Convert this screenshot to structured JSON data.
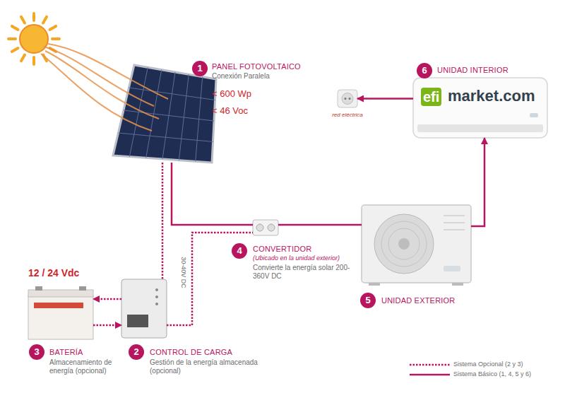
{
  "diagram": {
    "nodes": [
      {
        "text": [
          "PANEL FOTOVOLTAICO",
          "Conexión Paralela",
          "< 600 Wp",
          "< 46 Voc"
        ]
      },
      {
        "text": [
          "red eléctrica"
        ]
      },
      {
        "text": [
          "UNIDAD INTERIOR"
        ]
      },
      {
        "text": [
          "CONVERTIDOR",
          "(Ubicado en la unidad exterior)",
          "Convierte la energía solar 200-360V DC"
        ]
      },
      {
        "text": [
          "UNIDAD EXTERIOR"
        ]
      },
      {
        "text": [
          "BATERÍA",
          "Almacenamiento de energía (opcional)"
        ]
      },
      {
        "text": [
          "CONTROL DE CARGA",
          "Gestión de la energía almacenada (opcional)"
        ]
      }
    ],
    "edges": [
      {
        "from": 0,
        "to": 3,
        "arrow": "none"
      },
      {
        "from": 3,
        "to": 4,
        "arrow": "none"
      },
      {
        "from": 4,
        "to": 2,
        "arrow": "to"
      },
      {
        "from": 2,
        "to": 1,
        "arrow": "to"
      },
      {
        "from": 0,
        "to": 6,
        "arrow": "none"
      },
      {
        "from": 6,
        "to": 5,
        "arrow": "to"
      },
      {
        "from": 5,
        "to": 6,
        "arrow": "to"
      },
      {
        "from": 6,
        "to": 3,
        "arrow": "none"
      }
    ],
    "labels": [
      "1",
      "6",
      "efi",
      "market.com",
      "4",
      "5",
      "12 / 24 Vdc",
      "30-40V DC",
      "3",
      "2"
    ],
    "legend": [
      {
        "text": "Sistema Opcional (2 y 3)"
      },
      {
        "text": "Sistema Básico (1, 4, 5 y 6)"
      }
    ]
  }
}
